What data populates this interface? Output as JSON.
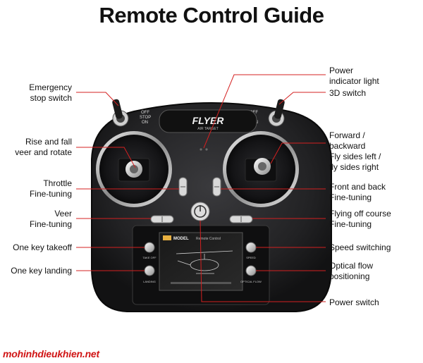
{
  "title": "Remote Control Guide",
  "labels_left": {
    "emergency": [
      "Emergency",
      "stop switch"
    ],
    "rise_fall": [
      "Rise and fall",
      "veer and rotate"
    ],
    "throttle": [
      "Throttle",
      "Fine-tuning"
    ],
    "veer": [
      "Veer",
      "Fine-tuning"
    ],
    "takeoff": "One key takeoff",
    "landing": "One key landing"
  },
  "labels_right": {
    "power_light": [
      "Power",
      "indicator light"
    ],
    "switch_3d": "3D switch",
    "forward": [
      "Forward /",
      "backward",
      "Fly sides left /",
      "fly sides right"
    ],
    "front_back": [
      "Front and back",
      "Fine-tuning"
    ],
    "flying_off": [
      "Flying off course",
      "Fine-tuning"
    ],
    "speed": "Speed switching",
    "optical": [
      "Optical flow",
      "positioning"
    ],
    "power_switch": "Power switch"
  },
  "device": {
    "brand": "FLYER",
    "brand_sub": "AIR TARGET",
    "switch_left_text": [
      "OFF",
      "STOP",
      "ON"
    ],
    "switch_right_text": [
      "OFF",
      "3D",
      "ON"
    ],
    "screen_logo": "MODEL",
    "screen_title": "Remote Control",
    "btn_takeoff": "TAKE OFF",
    "btn_landing": "LANDING",
    "btn_speed": "SPEED",
    "btn_optical": "OPTICAL FLOW"
  },
  "colors": {
    "body": "#1f1f21",
    "leader": "#d42020"
  },
  "watermark": "mohinhdieukhien.net"
}
